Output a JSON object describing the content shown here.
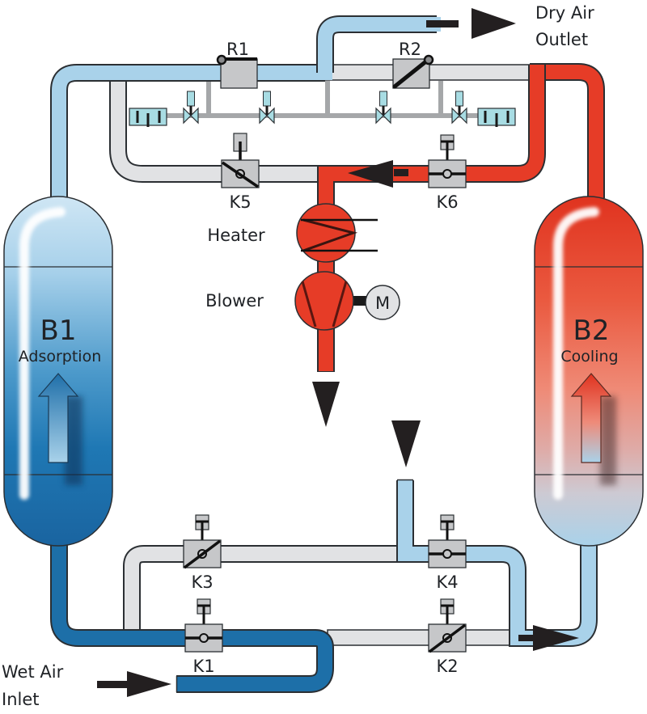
{
  "diagram": {
    "type": "process-flow",
    "subject": "Heat-regenerated adsorption air dryer (blower purge)",
    "labels": {
      "outlet": [
        "Dry Air",
        "Outlet"
      ],
      "inlet": [
        "Wet Air",
        "Inlet"
      ],
      "heater": "Heater",
      "blower": "Blower",
      "motor": "M"
    },
    "vessels": [
      {
        "id": "B1",
        "name": "B1",
        "state": "Adsorption",
        "color": "#1d6fa8"
      },
      {
        "id": "B2",
        "name": "B2",
        "state": "Cooling",
        "color": "#e63c27"
      }
    ],
    "valves": [
      {
        "id": "R1",
        "label": "R1",
        "kind": "check-flap",
        "state": "closed"
      },
      {
        "id": "R2",
        "label": "R2",
        "kind": "check-flap",
        "state": "open"
      },
      {
        "id": "K1",
        "label": "K1",
        "kind": "butterfly",
        "state": "open"
      },
      {
        "id": "K2",
        "label": "K2",
        "kind": "butterfly",
        "state": "closed"
      },
      {
        "id": "K3",
        "label": "K3",
        "kind": "butterfly",
        "state": "closed"
      },
      {
        "id": "K4",
        "label": "K4",
        "kind": "butterfly",
        "state": "open"
      },
      {
        "id": "K5",
        "label": "K5",
        "kind": "butterfly",
        "state": "closed"
      },
      {
        "id": "K6",
        "label": "K6",
        "kind": "butterfly",
        "state": "open"
      }
    ],
    "flow_arrows": [
      "dry-air-outlet",
      "wet-air-inlet",
      "k6-to-heater",
      "blower-discharge",
      "ambient-intake",
      "to-b2-bottom"
    ],
    "colors": {
      "wet_air": "#1d6fa8",
      "dry_air": "#a9d2ea",
      "hot_air": "#e63c27",
      "idle_pipe": "#e1e2e4",
      "valve_body": "#c6c7c9",
      "silencer": "#a8dce3",
      "arrow": "#231f20",
      "control_line": "#a5a7a9"
    }
  }
}
